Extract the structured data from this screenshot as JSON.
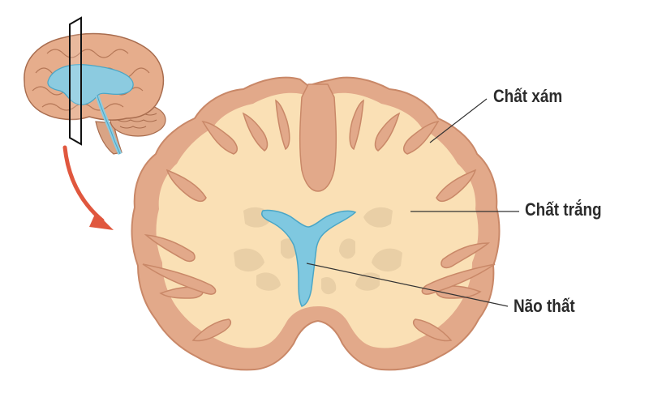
{
  "labels": {
    "gray_matter": "Chất xám",
    "white_matter": "Chất trắng",
    "ventricle": "Não thất"
  },
  "colors": {
    "gray_matter": "#e2a98a",
    "gray_matter_outline": "#c98868",
    "white_matter": "#fae0b5",
    "ventricle": "#7fc8e0",
    "ventricle_outline": "#4aa6c6",
    "deep_nuclei": "#e9cfa6",
    "arrow": "#e0573e",
    "leader_line": "#333333"
  },
  "icons": [
    "small-brain-side-view-icon",
    "section-plane-icon",
    "curved-arrow-icon"
  ]
}
